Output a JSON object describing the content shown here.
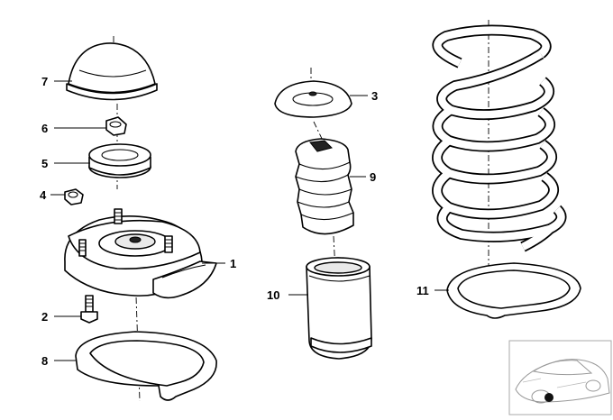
{
  "labels": {
    "p1": "1",
    "p2": "2",
    "p3": "3",
    "p4": "4",
    "p5": "5",
    "p6": "6",
    "p7": "7",
    "p8": "8",
    "p9": "9",
    "p10": "10",
    "p11": "11"
  },
  "colors": {
    "line": "#000000",
    "background": "#ffffff",
    "shade": "#e9e9e9"
  }
}
